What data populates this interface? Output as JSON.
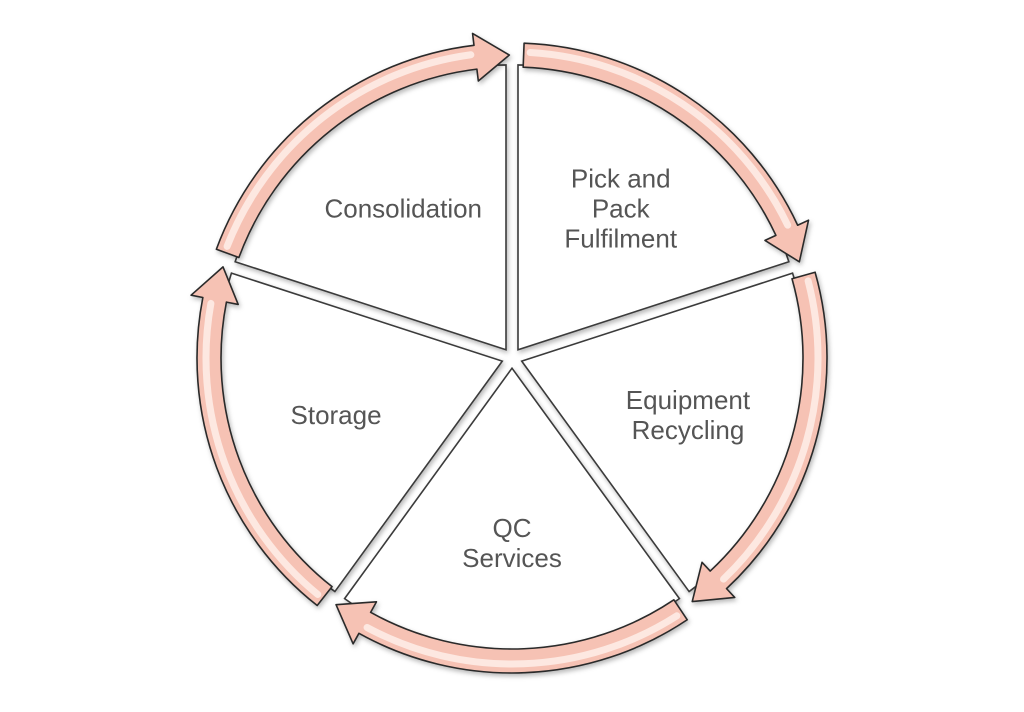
{
  "diagram": {
    "type": "cycle",
    "arrow_fill": "#f6c2b4",
    "arrow_highlight": "#fde8e1",
    "arrow_stroke": "#2a2a2a",
    "segment_fill": "#ffffff",
    "text_color": "#555555",
    "segments": [
      {
        "name": "segment-pick-and-pack-fulfilment",
        "lines": [
          "Pick and",
          "Pack",
          "Fulfilment"
        ]
      },
      {
        "name": "segment-equipment-recycling",
        "lines": [
          "Equipment",
          "Recycling"
        ]
      },
      {
        "name": "segment-qc-services",
        "lines": [
          "QC",
          "Services"
        ]
      },
      {
        "name": "segment-storage",
        "lines": [
          "Storage"
        ]
      },
      {
        "name": "segment-consolidation",
        "lines": [
          "Consolidation"
        ]
      }
    ]
  }
}
